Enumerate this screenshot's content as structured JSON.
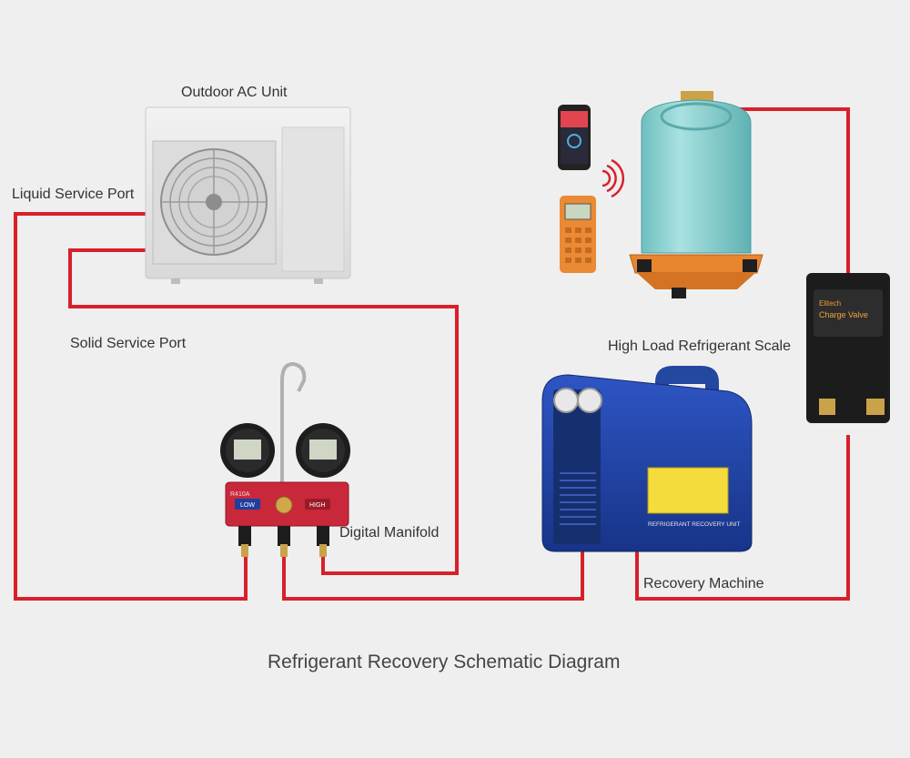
{
  "labels": {
    "outdoor_ac_unit": "Outdoor AC Unit",
    "liquid_service_port": "Liquid Service Port",
    "solid_service_port": "Solid Service Port",
    "high_load_scale": "High Load Refrigerant Scale",
    "digital_manifold": "Digital Manifold",
    "recovery_machine": "Recovery Machine",
    "diagram_caption": "Refrigerant Recovery Schematic Diagram"
  },
  "device_text": {
    "charge_valve_brand": "Elitech",
    "charge_valve_label": "Charge Valve",
    "manifold_low": "LOW",
    "manifold_high": "HIGH",
    "manifold_refrigerant": "R410A",
    "recovery_unit_label": "REFRIGERANT RECOVERY UNIT"
  },
  "colors": {
    "background": "#efefef",
    "hose_red": "#d8202a",
    "ac_unit_body": "#e7e7e7",
    "tank_teal": "#8fd2d0",
    "scale_orange": "#e9852e",
    "recovery_blue": "#1f3f9e",
    "manifold_red": "#c8283a",
    "charge_valve_black": "#1c1c1c"
  },
  "icons": {
    "ac_fan": "fan-icon",
    "wireless": "wireless-signal-icon",
    "phone": "smartphone-icon",
    "remote": "handheld-meter-icon"
  }
}
